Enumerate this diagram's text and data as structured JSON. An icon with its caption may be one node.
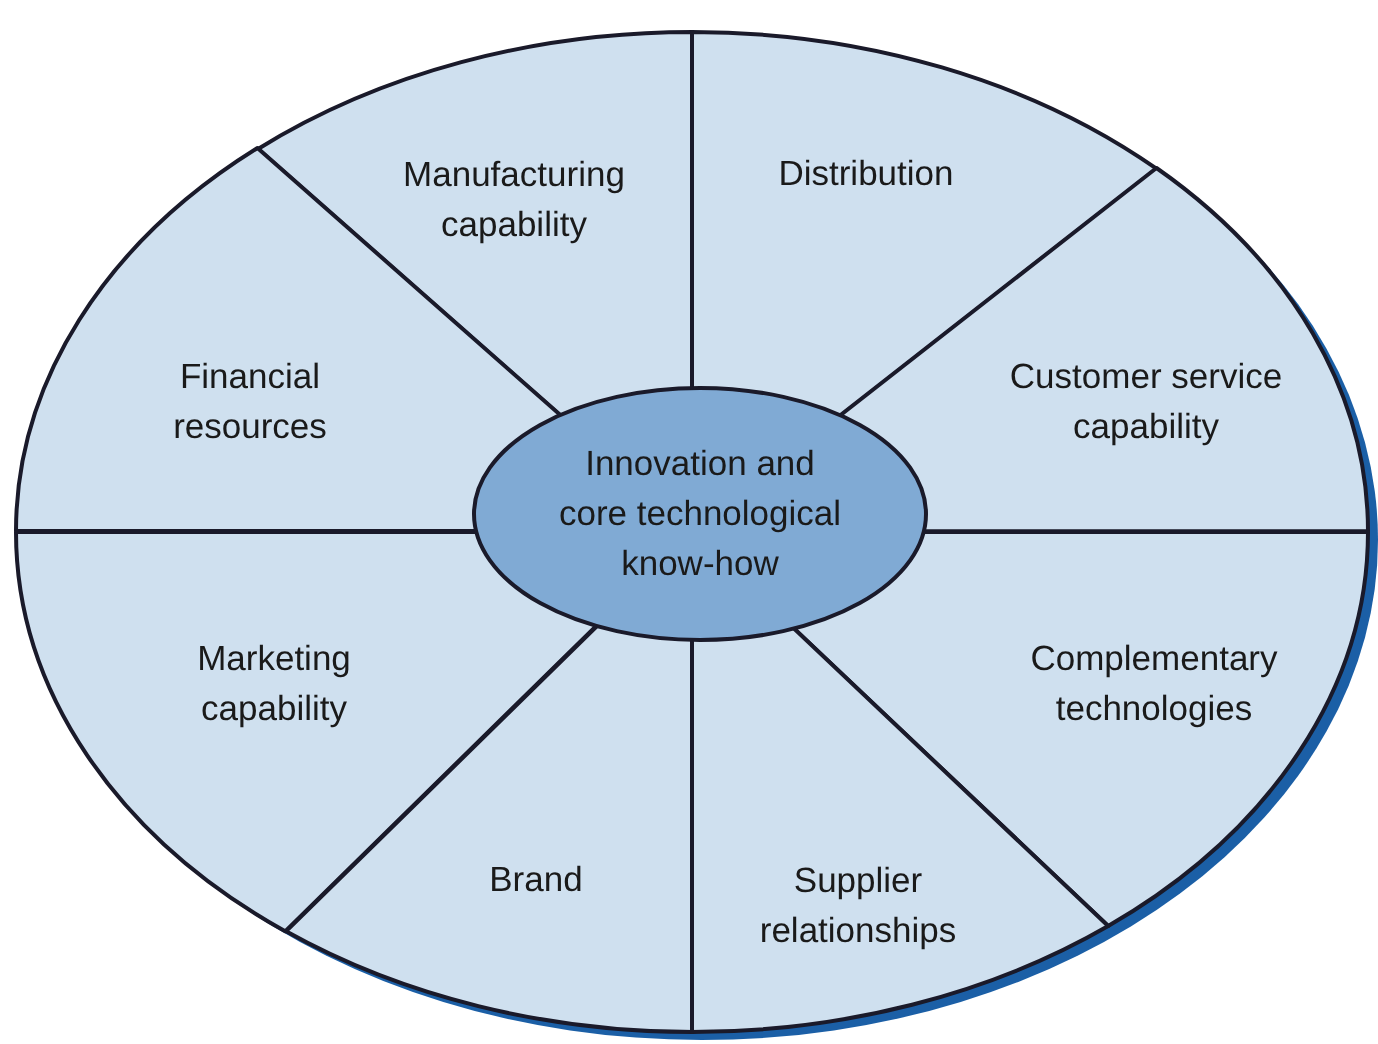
{
  "diagram": {
    "nodes": [
      {
        "text": [
          "Manufacturing capability"
        ]
      },
      {
        "text": [
          "Distribution"
        ]
      },
      {
        "text": [
          "Financial resources"
        ]
      },
      {
        "text": [
          "Customer service capability"
        ]
      },
      {
        "text": [
          "Innovation and core technological know-how"
        ]
      },
      {
        "text": [
          "Marketing capability"
        ]
      },
      {
        "text": [
          "Complementary technologies"
        ]
      },
      {
        "text": [
          "Brand"
        ]
      },
      {
        "text": [
          "Supplier relationships"
        ]
      }
    ]
  }
}
